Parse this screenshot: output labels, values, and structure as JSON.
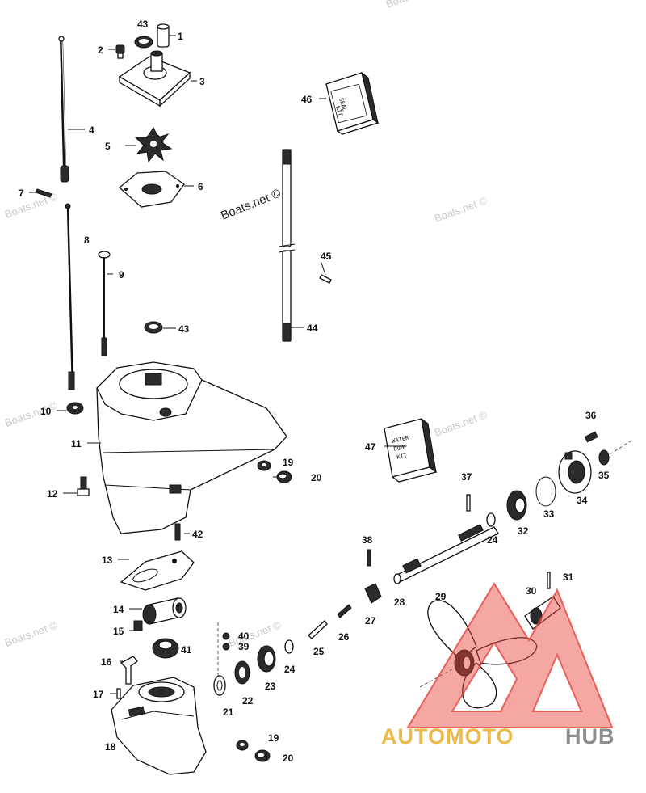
{
  "diagram": {
    "callouts": {
      "c1": "1",
      "c2": "2",
      "c3": "3",
      "c43a": "43",
      "c4": "4",
      "c5": "5",
      "c6": "6",
      "c7": "7",
      "c8": "8",
      "c9": "9",
      "c43b": "43",
      "c10": "10",
      "c11": "11",
      "c12": "12",
      "c13": "13",
      "c14": "14",
      "c15": "15",
      "c16": "16",
      "c17": "17",
      "c18": "18",
      "c19a": "19",
      "c20a": "20",
      "c19b": "19",
      "c20b": "20",
      "c21": "21",
      "c22": "22",
      "c23": "23",
      "c24a": "24",
      "c24b": "24",
      "c25": "25",
      "c26": "26",
      "c27": "27",
      "c28": "28",
      "c29": "29",
      "c30": "30",
      "c31": "31",
      "c32": "32",
      "c33": "33",
      "c34": "34",
      "c35": "35",
      "c36": "36",
      "c37": "37",
      "c38": "38",
      "c39": "39",
      "c40": "40",
      "c41": "41",
      "c42": "42",
      "c44": "44",
      "c45": "45",
      "c46": "46",
      "c47": "47"
    },
    "seal_kit_box": {
      "line1": "SEAL",
      "line2": "KIT"
    },
    "water_pump_kit_box": {
      "line1": "WATER",
      "line2": "PUMP",
      "line3": "KIT"
    },
    "watermark": "Boats.net ©",
    "brand": {
      "part1": "AUTOMOTO",
      "part2": "HUB"
    },
    "colors": {
      "logo_red": "#e8413a",
      "logo_gold": "#e7ae2b",
      "logo_gray": "#7a7a7a"
    }
  }
}
